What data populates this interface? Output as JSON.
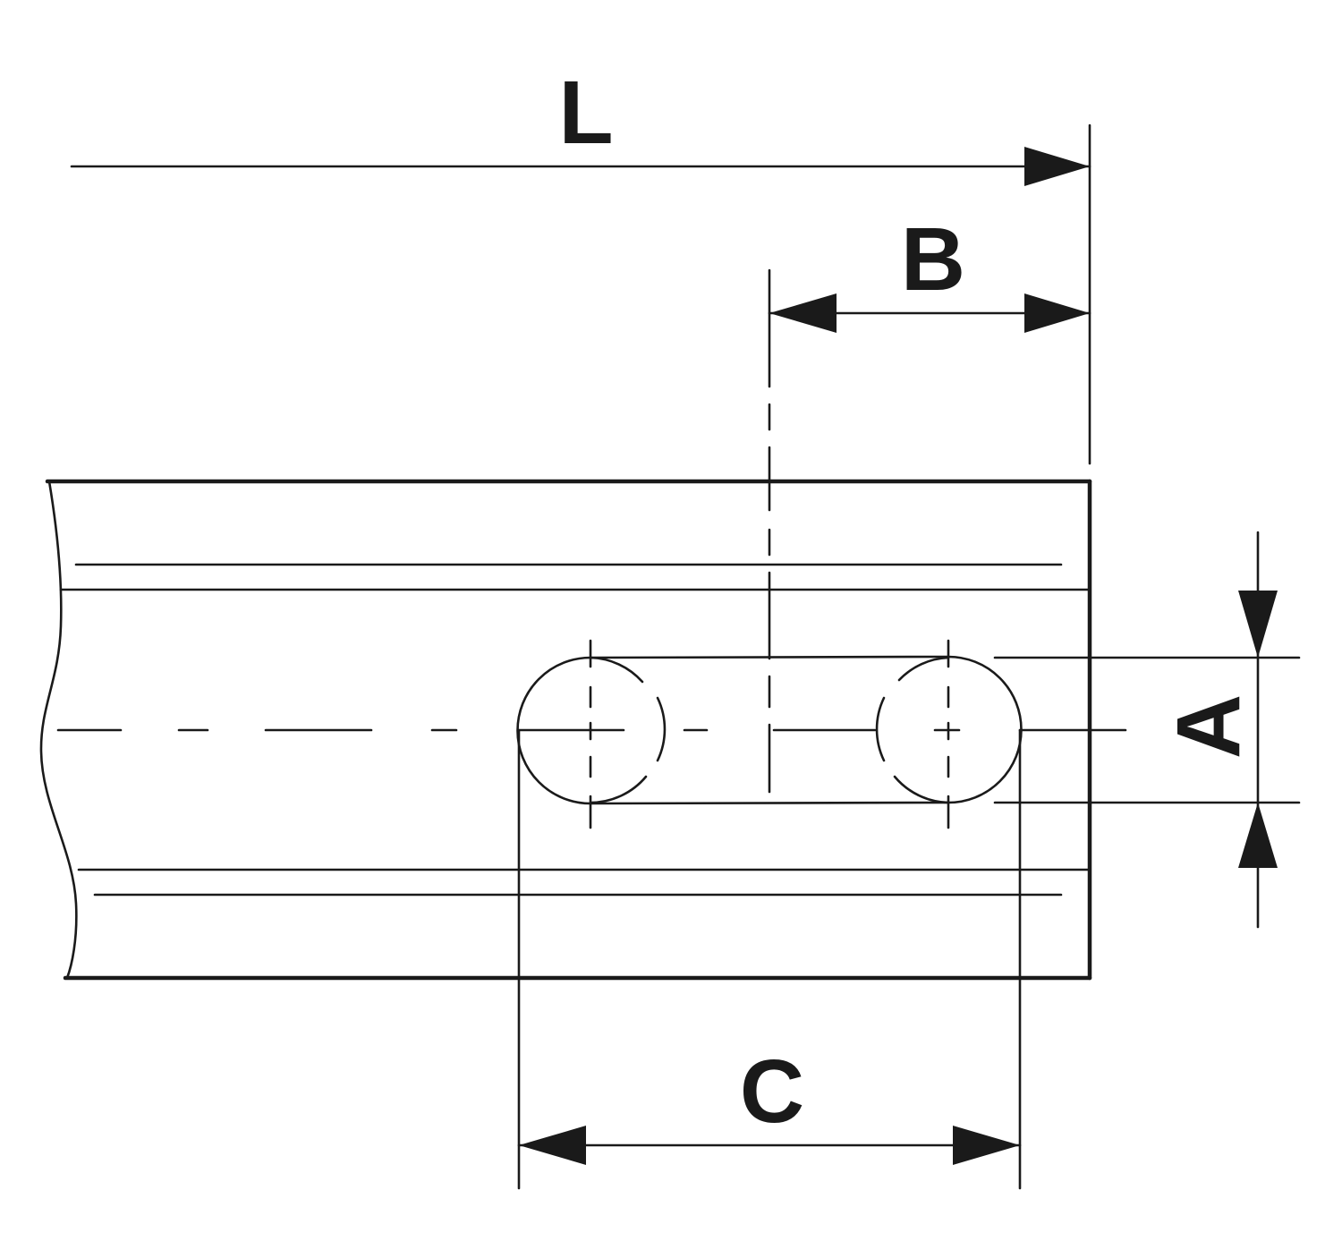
{
  "diagram": {
    "labels": {
      "L": "L",
      "B": "B",
      "A": "A",
      "C": "C"
    },
    "colors": {
      "line": "#1a1a1a",
      "background": "#ffffff"
    }
  }
}
